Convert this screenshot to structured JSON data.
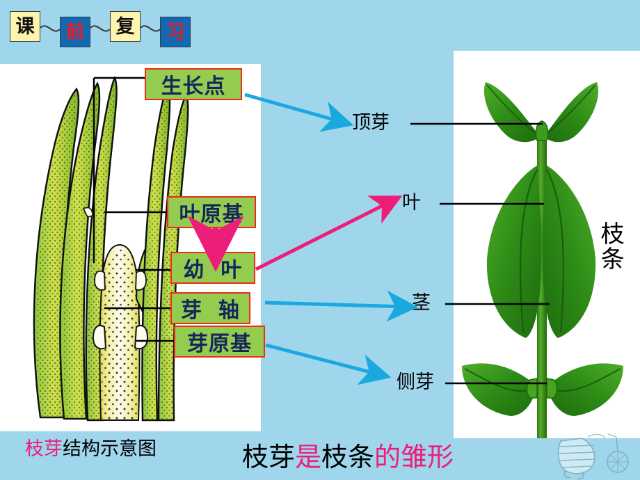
{
  "slide": {
    "background_color": "#9fd6ec",
    "header_chain": [
      {
        "char": "课",
        "style": "yellow"
      },
      {
        "char": "前",
        "style": "blue"
      },
      {
        "char": "复",
        "style": "yellow"
      },
      {
        "char": "习",
        "style": "blue"
      }
    ],
    "header_title_full": "课前复习"
  },
  "left_panel": {
    "figure_name": "bud-longitudinal-section",
    "labels": [
      {
        "id": "growing-point",
        "text": "生长点"
      },
      {
        "id": "leaf-primordium",
        "text": "叶原基"
      },
      {
        "id": "young-leaf",
        "text": "幼  叶"
      },
      {
        "id": "bud-axis",
        "text": "芽  轴"
      },
      {
        "id": "bud-primordium",
        "text": "芽原基"
      }
    ],
    "caption": {
      "highlight": "枝芽",
      "rest": "结构示意图",
      "highlight_color": "#ec1e79",
      "rest_color": "#000000"
    }
  },
  "right_panel": {
    "figure_name": "branch-photo",
    "labels": [
      {
        "id": "terminal-bud",
        "text": "顶芽"
      },
      {
        "id": "leaf",
        "text": "叶"
      },
      {
        "id": "stem",
        "text": "茎"
      },
      {
        "id": "lateral-bud",
        "text": "侧芽"
      }
    ],
    "vertical_title": "枝条"
  },
  "arrows": {
    "blue_color": "#1ba8e0",
    "pink_color": "#ec1e79",
    "items": [
      {
        "id": "growing-point-to-terminal-bud",
        "color": "#1ba8e0",
        "from": "生长点",
        "to": "顶芽"
      },
      {
        "id": "young-leaf-to-leaf",
        "color": "#ec1e79",
        "from": "幼叶",
        "to": "叶"
      },
      {
        "id": "leaf-primordium-to-young-leaf",
        "color": "#ec1e79",
        "from": "叶原基",
        "to": "幼叶"
      },
      {
        "id": "bud-axis-to-stem",
        "color": "#1ba8e0",
        "from": "芽轴",
        "to": "茎"
      },
      {
        "id": "bud-primordium-to-lateral-bud",
        "color": "#1ba8e0",
        "from": "芽原基",
        "to": "侧芽"
      }
    ]
  },
  "bottom_statement": {
    "segments": [
      {
        "text": "枝芽",
        "color": "#000000"
      },
      {
        "text": "是",
        "color": "#ec1e79"
      },
      {
        "text": "枝条",
        "color": "#000000"
      },
      {
        "text": "的雏形",
        "color": "#ec1e79"
      }
    ],
    "full_text": "枝芽是枝条的雏形"
  },
  "decoration": {
    "corner_figure": "cartoon-unicycle-figure"
  }
}
